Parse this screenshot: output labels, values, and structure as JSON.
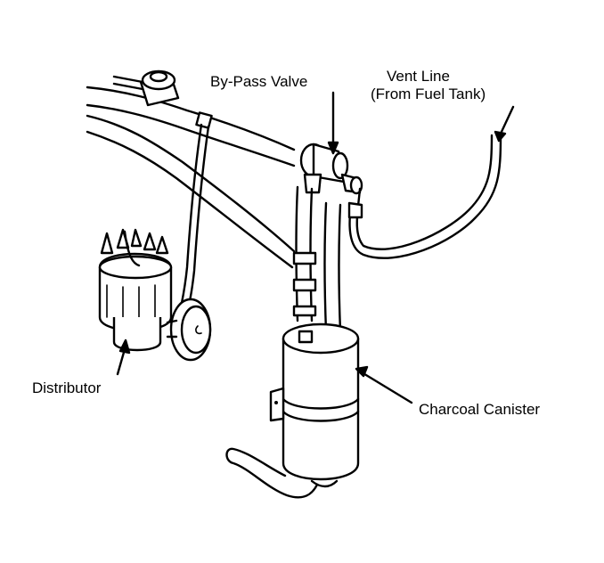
{
  "labels": {
    "bypass_valve": "By-Pass Valve",
    "vent_line": "Vent Line",
    "vent_line_sub": "(From Fuel Tank)",
    "distributor": "Distributor",
    "charcoal_canister": "Charcoal Canister"
  },
  "colors": {
    "line": "#000000",
    "background": "#ffffff"
  }
}
